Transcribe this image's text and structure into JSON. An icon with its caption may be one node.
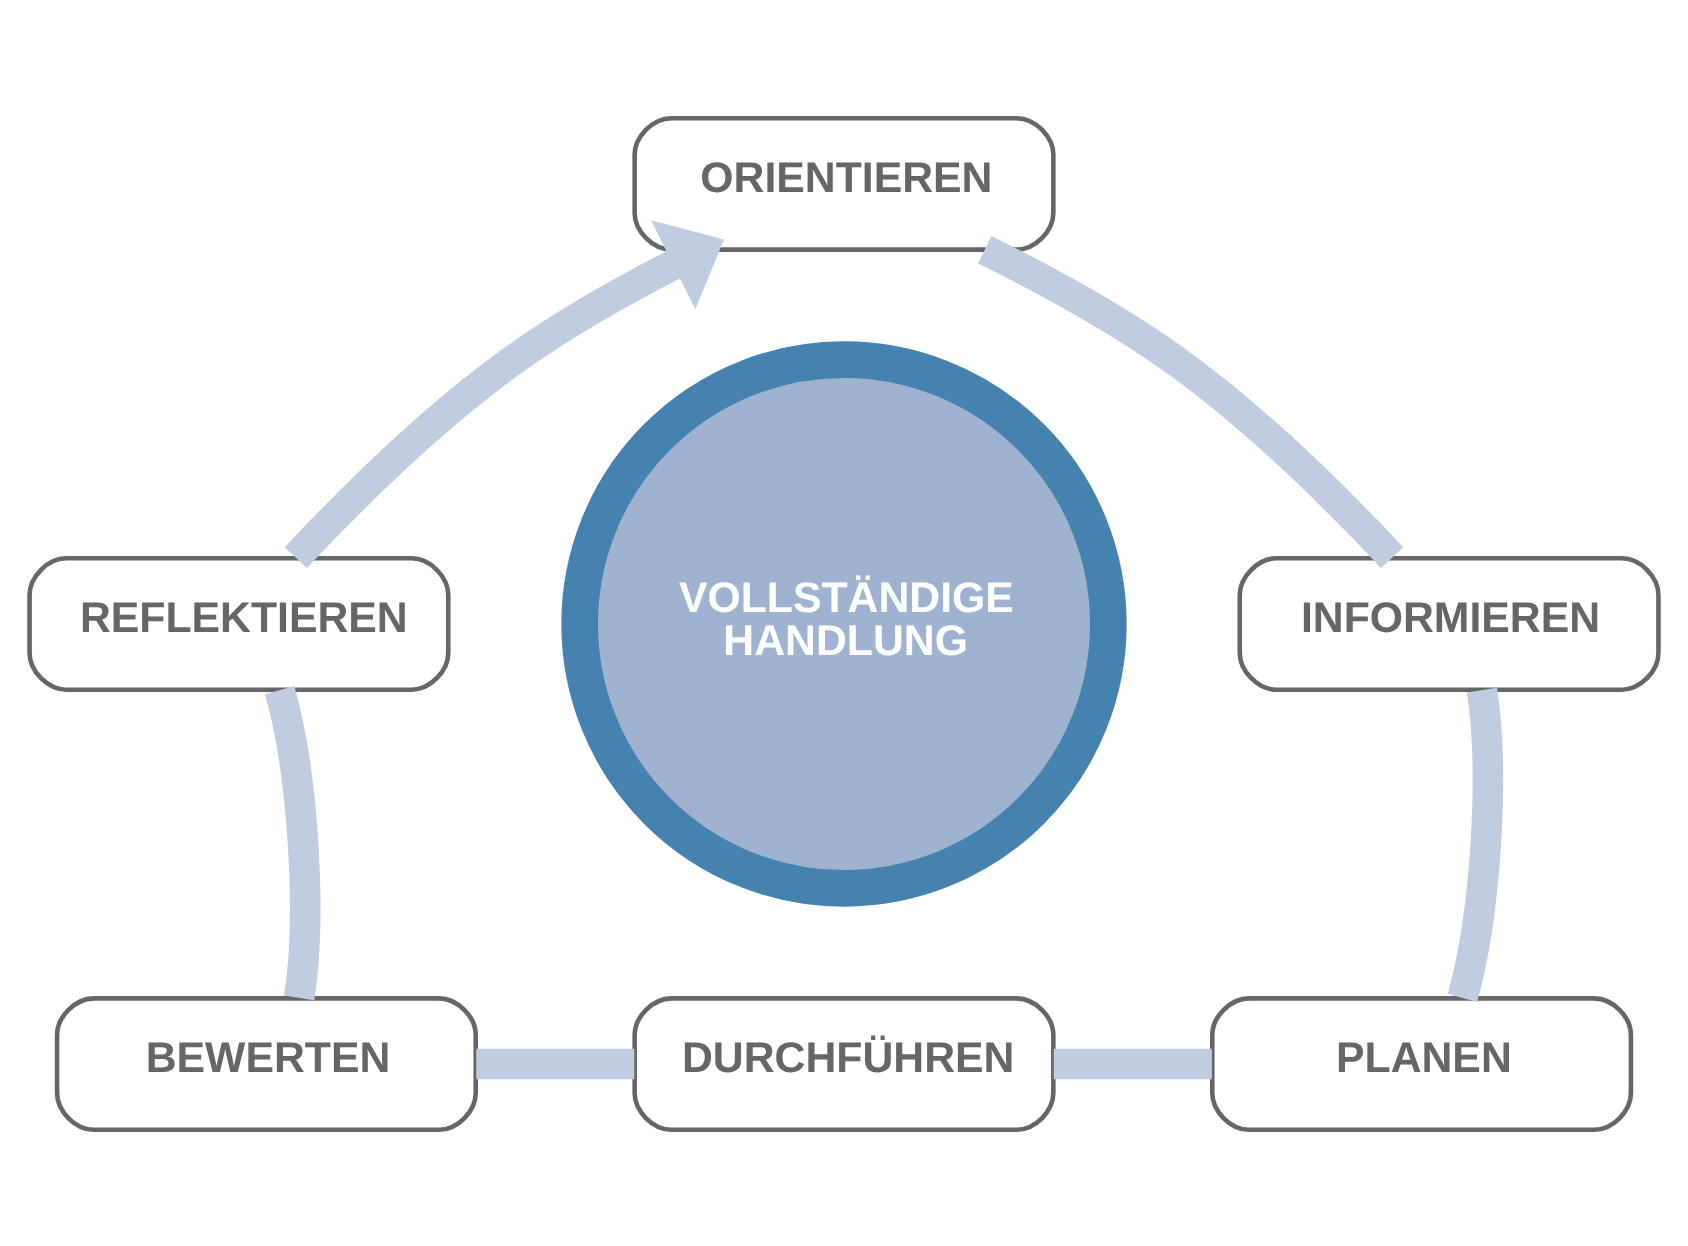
{
  "diagram": {
    "nodes": [
      {
        "text": [
          "VOLLSTÄNDIGE HANDLUNG"
        ]
      },
      {
        "text": [
          "ORIENTIEREN"
        ]
      },
      {
        "text": [
          "INFORMIEREN"
        ]
      },
      {
        "text": [
          "PLANEN"
        ]
      },
      {
        "text": [
          "DURCHFÜHREN"
        ]
      },
      {
        "text": [
          "BEWERTEN"
        ]
      },
      {
        "text": [
          "REFLEKTIEREN"
        ]
      }
    ],
    "edges": [
      {
        "from": 1,
        "to": 2,
        "arrow": "none"
      },
      {
        "from": 2,
        "to": 3,
        "arrow": "none"
      },
      {
        "from": 3,
        "to": 4,
        "arrow": "none"
      },
      {
        "from": 4,
        "to": 5,
        "arrow": "none"
      },
      {
        "from": 5,
        "to": 6,
        "arrow": "none"
      },
      {
        "from": 6,
        "to": 1,
        "arrow": "to"
      }
    ]
  }
}
